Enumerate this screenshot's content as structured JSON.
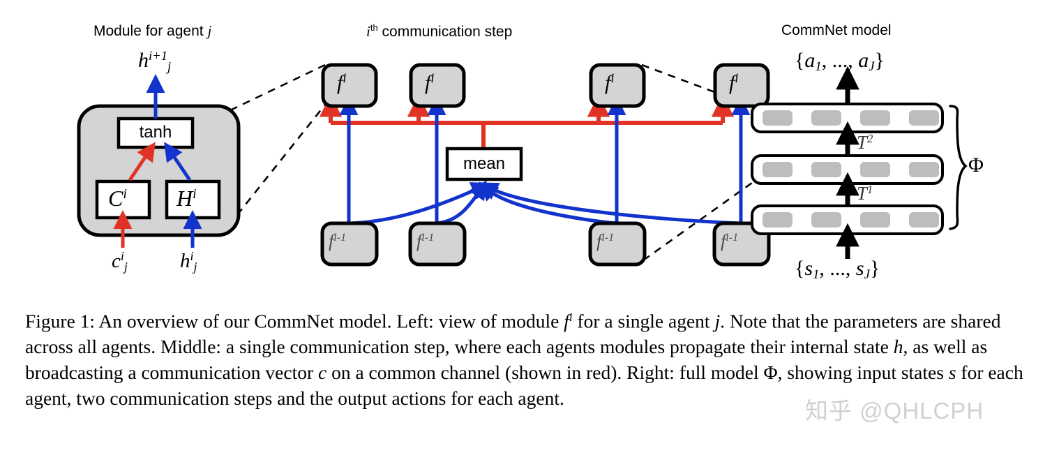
{
  "figure": {
    "panels": [
      {
        "id": "left",
        "title_prefix": "Module for agent ",
        "title_italic": "j",
        "title_sup": ""
      },
      {
        "id": "middle",
        "title_prefix": "",
        "title_italic": "i",
        "title_sup": "th",
        "title_suffix": " communication step"
      },
      {
        "id": "right",
        "title": "CommNet model"
      }
    ],
    "left_panel": {
      "title_text": "Module for agent",
      "title_symbol": "j",
      "output_label": {
        "base": "h",
        "sup": "i+1",
        "sub": "j"
      },
      "tanh_box": "tanh",
      "c_box": {
        "base": "C",
        "sup": "i"
      },
      "h_box": {
        "base": "H",
        "sup": "i"
      },
      "input_c": {
        "base": "c",
        "sup": "i",
        "sub": "j"
      },
      "input_h": {
        "base": "h",
        "sup": "i",
        "sub": "j"
      }
    },
    "middle_panel": {
      "title_symbol": "i",
      "title_sup": "th",
      "title_text": " communication step",
      "top_boxes": [
        {
          "base": "f",
          "sup": "i"
        },
        {
          "base": "f",
          "sup": "i"
        },
        {
          "base": "f",
          "sup": "i"
        },
        {
          "base": "f",
          "sup": "i"
        }
      ],
      "mean_box": "mean",
      "bottom_boxes": [
        {
          "base": "f",
          "sup": "i-1"
        },
        {
          "base": "f",
          "sup": "i-1"
        },
        {
          "base": "f",
          "sup": "i-1"
        },
        {
          "base": "f",
          "sup": "i-1"
        }
      ]
    },
    "right_panel": {
      "title": "CommNet model",
      "output_set": "{a₁, ..., a_J}",
      "output_set_parts": {
        "open": "{",
        "first": "a",
        "first_sub": "1",
        "mid": ", ..., ",
        "last": "a",
        "last_sub": "J",
        "close": "}"
      },
      "input_set_parts": {
        "open": "{",
        "first": "s",
        "first_sub": "1",
        "mid": ", ..., ",
        "last": "s",
        "last_sub": "J",
        "close": "}"
      },
      "transform_labels": [
        {
          "base": "T",
          "sup": "2"
        },
        {
          "base": "T",
          "sup": "1"
        }
      ],
      "brace_label": "Φ",
      "layer_count": 3,
      "cells_per_layer": 4
    },
    "colors": {
      "communication_red": "#e03326",
      "state_blue": "#1233cc",
      "module_fill": "#d4d4d4",
      "cell_fill": "#bdbdbd",
      "box_stroke": "#000000",
      "background": "#ffffff",
      "watermark": "#969696"
    }
  },
  "caption": {
    "prefix": "Figure 1:",
    "seg1": " An overview of our CommNet model. Left: view of module ",
    "sym_f": "f",
    "sym_f_sup": "i",
    "seg2": " for a single agent ",
    "sym_j": "j",
    "seg3": ". Note that the parameters are shared across all agents. Middle: a single communication step, where each agents modules propagate their internal state ",
    "sym_h": "h",
    "seg4": ", as well as broadcasting a communication vector ",
    "sym_c": "c",
    "seg5": " on a common channel (shown in red). Right: full model ",
    "sym_phi": "Φ",
    "seg6": ", showing input states ",
    "sym_s": "s",
    "seg7": " for each agent, two communication steps and the output actions for each agent."
  },
  "watermark": {
    "text": "知乎 @QHLCPH"
  }
}
